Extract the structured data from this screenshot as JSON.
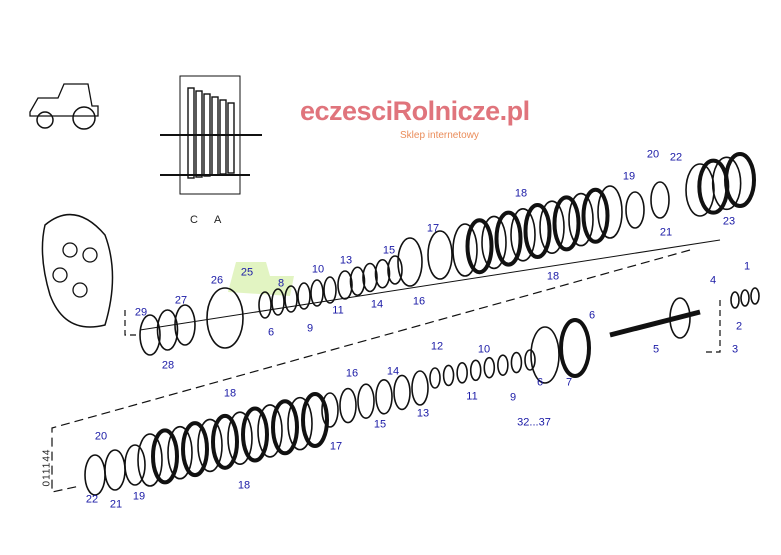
{
  "diagram": {
    "drawing_code": "011144",
    "section_letters": [
      "C",
      "A"
    ],
    "watermark": {
      "text": "eczesciRolnicze.pl",
      "subtitle": "Sklep internetowy",
      "color": "#d64650"
    },
    "label_color": "#1a1aa6",
    "callouts": [
      "20",
      "22",
      "19",
      "21",
      "23",
      "18",
      "18",
      "17",
      "15",
      "16",
      "13",
      "14",
      "10",
      "11",
      "8",
      "9",
      "25",
      "26",
      "6",
      "27",
      "29",
      "28",
      "1",
      "4",
      "2",
      "3",
      "5",
      "6",
      "7",
      "12",
      "10",
      "11",
      "9",
      "6",
      "32...37",
      "13",
      "14",
      "15",
      "16",
      "17",
      "18",
      "18",
      "20",
      "22",
      "21",
      "19"
    ]
  }
}
